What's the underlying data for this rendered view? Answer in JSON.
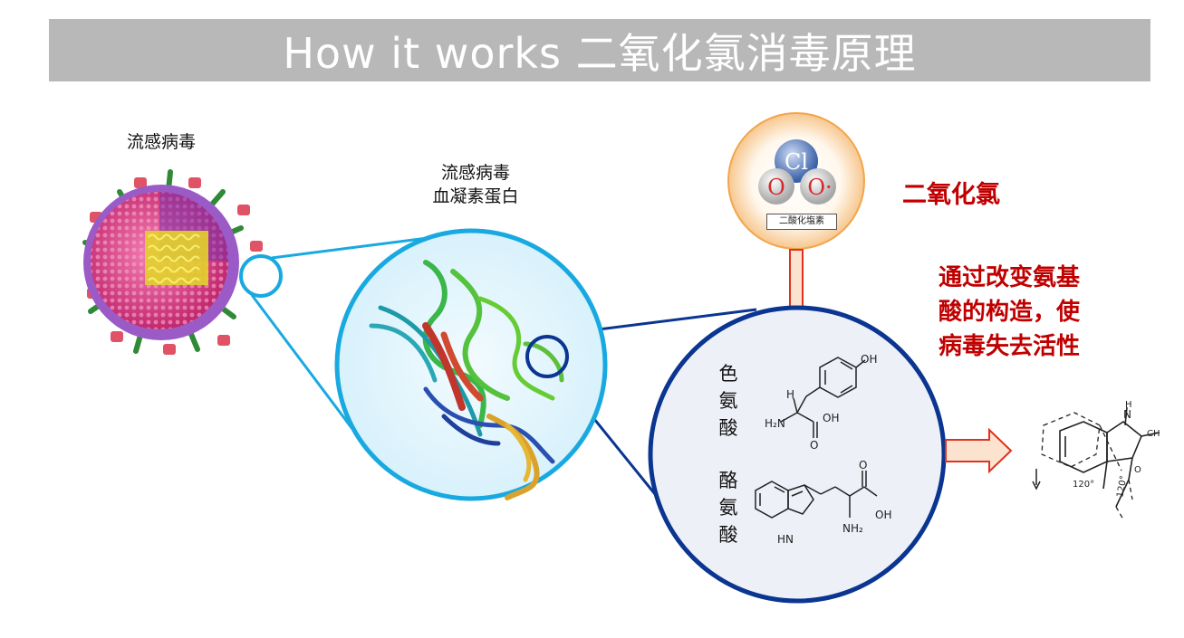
{
  "header": {
    "title": "How it works 二氧化氯消毒原理"
  },
  "labels": {
    "virus": "流感病毒",
    "hemagglutinin_line1": "流感病毒",
    "hemagglutinin_line2": "血凝素蛋白",
    "chlorine_dioxide": "二氧化氯",
    "effect_line1": "通过改变氨基",
    "effect_line2": "酸的构造，使",
    "effect_line3": "病毒失去活性",
    "molecule_caption": "二酸化塩素",
    "amino_acid_1": "色氨酸",
    "amino_acid_2": "酪氨酸"
  },
  "molecule_atoms": {
    "center": "Cl",
    "left": "O",
    "right": "O·"
  },
  "structure_labels": {
    "oh": "OH",
    "h": "H",
    "h2n": "H₂N",
    "oh_acid": "OH",
    "o": "O",
    "hn": "HN",
    "nh2": "NH₂",
    "oh_acid2": "OH",
    "o2": "O",
    "angle1": "120°",
    "angle2": "120°",
    "n_ring": "N",
    "h_ring": "H",
    "ch": "CH",
    "o_ring": "O"
  },
  "colors": {
    "banner": "#b8b8b8",
    "red_text": "#c00000",
    "virus_pink": "#e04d8c",
    "virus_purple": "#9b5bc7",
    "light_blue": "#19a9e1",
    "navy": "#0a3591",
    "arrow_fill": "#fbe3cf",
    "arrow_stroke": "#e0321e"
  }
}
